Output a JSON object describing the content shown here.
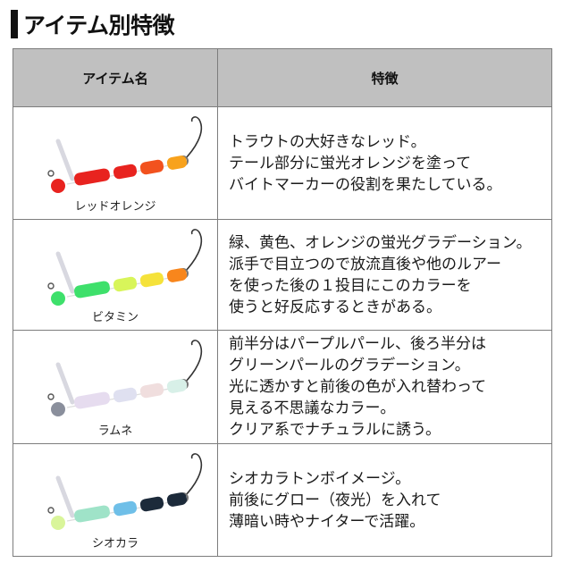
{
  "page": {
    "title": "アイテム別特徴"
  },
  "table": {
    "headers": {
      "item_name": "アイテム名",
      "features": "特徴"
    },
    "rows": [
      {
        "name": "レッドオレンジ",
        "colors": {
          "head": "#e8231f",
          "body": [
            "#e8231f",
            "#e8231f",
            "#f2521e",
            "#f8a21c"
          ]
        },
        "lines": [
          "トラウトの大好きなレッド。",
          "テール部分に蛍光オレンジを塗って",
          "バイトマーカーの役割を果たしている。"
        ]
      },
      {
        "name": "ビタミン",
        "colors": {
          "head": "#3ee06b",
          "body": [
            "#3ee06b",
            "#d8f55a",
            "#f5e23a",
            "#f8861c"
          ]
        },
        "lines": [
          "緑、黄色、オレンジの蛍光グラデーション。",
          "派手で目立つので放流直後や他のルアー",
          "を使った後の１投目にこのカラーを",
          "使うと好反応するときがある。"
        ]
      },
      {
        "name": "ラムネ",
        "colors": {
          "head": "#8a8f9c",
          "body": [
            "#e6dcef",
            "#dfe0f0",
            "#f0dede",
            "#d8f0e8"
          ]
        },
        "lines": [
          "前半分はパープルパール、後ろ半分は",
          "グリーンパールのグラデーション。",
          "光に透かすと前後の色が入れ替わって",
          "見える不思議なカラー。",
          "クリア系でナチュラルに誘う。"
        ]
      },
      {
        "name": "シオカラ",
        "colors": {
          "head": "#d9f59a",
          "body": [
            "#9fe3c8",
            "#6fbfe8",
            "#1c2a3a",
            "#1c2a3a"
          ]
        },
        "lines": [
          "シオカラトンボイメージ。",
          "前後にグロー（夜光）を入れて",
          "薄暗い時やナイターで活躍。"
        ]
      }
    ]
  }
}
